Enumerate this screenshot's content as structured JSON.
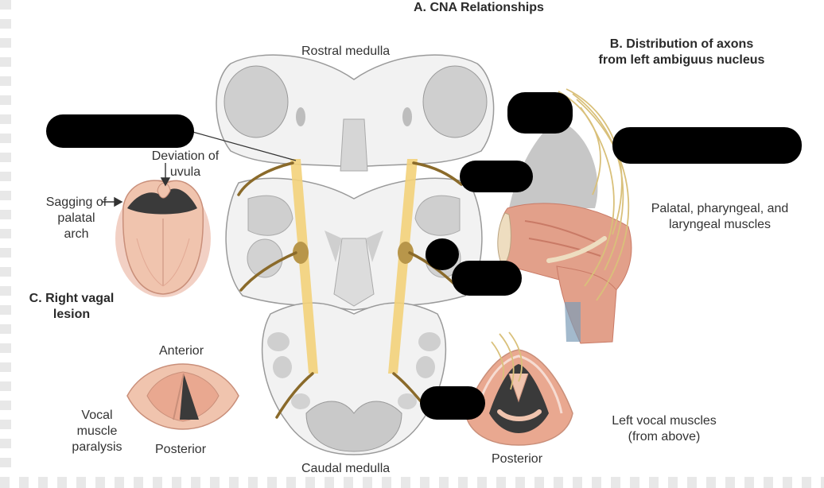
{
  "title_a": "A. CNA Relationships",
  "title_b_line1": "B. Distribution of axons",
  "title_b_line2": "from left ambiguus nucleus",
  "rostral_medulla": "Rostral medulla",
  "caudal_medulla": "Caudal medulla",
  "deviation_line1": "Deviation of",
  "deviation_line2": "uvula",
  "sagging_line1": "Sagging of",
  "sagging_line2": "palatal",
  "sagging_line3": "arch",
  "title_c_line1": "C. Right vagal",
  "title_c_line2": "lesion",
  "anterior": "Anterior",
  "posterior_left": "Posterior",
  "vocal_line1": "Vocal",
  "vocal_line2": "muscle",
  "vocal_line3": "paralysis",
  "palatal_line1": "Palatal, pharyngeal, and",
  "palatal_line2": "laryngeal muscles",
  "left_vocal_line1": "Left vocal muscles",
  "left_vocal_line2": "(from above)",
  "posterior_right": "Posterior",
  "colors": {
    "nucleus": "#f3d27a",
    "nerve": "#8a6a2a",
    "muscle": "#e2a08a",
    "muscle_dark": "#c97a66",
    "tissue_gray": "#cfcfcf",
    "redaction": "#000000"
  }
}
